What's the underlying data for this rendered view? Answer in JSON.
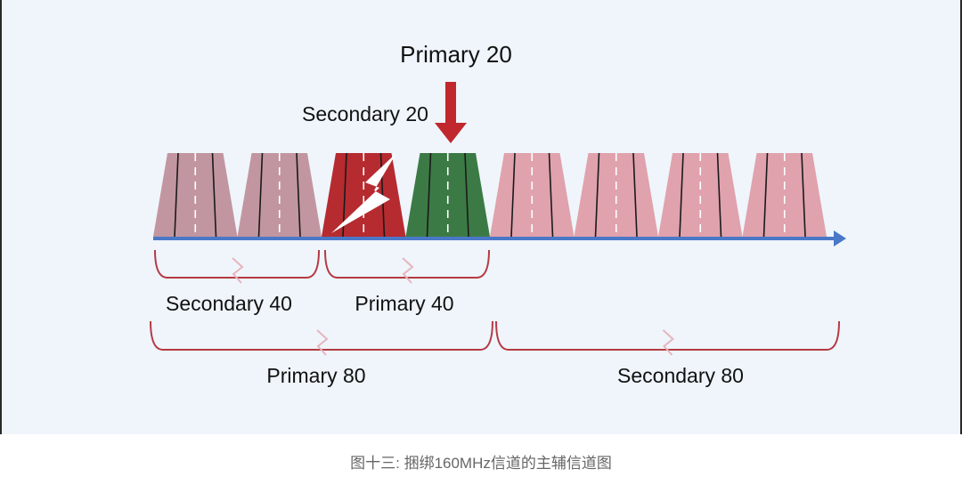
{
  "labels": {
    "primary20": "Primary 20",
    "secondary20": "Secondary 20",
    "secondary40": "Secondary 40",
    "primary40": "Primary 40",
    "primary80": "Primary 80",
    "secondary80": "Secondary 80"
  },
  "caption": "图十三: 捆绑160MHz信道的主辅信道图",
  "colors": {
    "background": "#eff5fb",
    "secondary40": "#c296a0",
    "secondary20": "#b62b30",
    "primary20": "#3c7a45",
    "secondary80": "#e0a2ad",
    "axis": "#4a78c8",
    "bracket": "#b53a45",
    "arrow": "#c0282e"
  },
  "channels": [
    {
      "role": "secondary40",
      "interference": false
    },
    {
      "role": "secondary40",
      "interference": false
    },
    {
      "role": "secondary20",
      "interference": true
    },
    {
      "role": "primary20",
      "interference": false
    },
    {
      "role": "secondary80",
      "interference": false
    },
    {
      "role": "secondary80",
      "interference": false
    },
    {
      "role": "secondary80",
      "interference": false
    },
    {
      "role": "secondary80",
      "interference": false
    }
  ]
}
